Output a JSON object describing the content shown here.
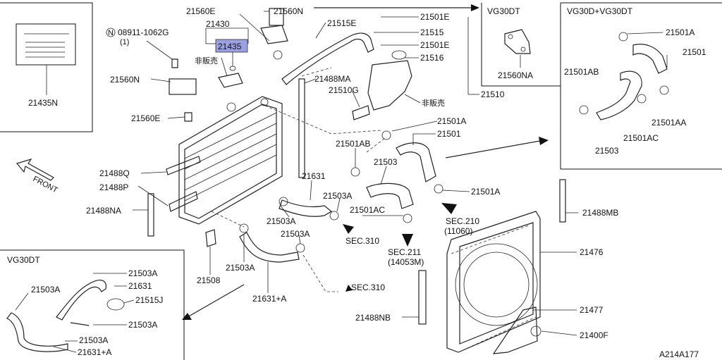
{
  "labels": {
    "p21435N": "21435N",
    "p08911": "08911-1062G",
    "p08911_qty": "(1)",
    "p21560N_a": "21560N",
    "p21560E_a": "21560E",
    "p21430": "21430",
    "p21435": "21435",
    "not_for_sale_1": "非販売",
    "p21560E_b": "21560E",
    "p21560N_b": "21560N",
    "p21515E": "21515E",
    "p21501E_1": "21501E",
    "p21515": "21515",
    "p21501E_2": "21501E",
    "p21516": "21516",
    "p21488MA": "21488MA",
    "p21510G": "21510G",
    "not_for_sale_2": "非販売",
    "p21510": "21510",
    "p21501A_main1": "21501A",
    "p21501_main": "21501",
    "p21501AB_main": "21501AB",
    "p21503_main": "21503",
    "p21501A_main2": "21501A",
    "p21631": "21631",
    "p21503A_1": "21503A",
    "p21503A_2": "21503A",
    "p21501AC_main": "21501AC",
    "p21503A_3": "21503A",
    "p21503A_4": "21503A",
    "p21488Q": "21488Q",
    "p21488P": "21488P",
    "p21488NA": "21488NA",
    "p21508": "21508",
    "p21631A": "21631+A",
    "p21488MB": "21488MB",
    "p21476": "21476",
    "p21477": "21477",
    "p21400F": "21400F",
    "p21488NB": "21488NB",
    "sec310_1": "SEC.310",
    "sec310_2": "SEC.310",
    "sec211": "SEC.211",
    "sec211_sub": "(14053M)",
    "sec210": "SEC.210",
    "sec210_sub": "(11060)",
    "front": "FRONT",
    "diagram_code": "A214A177"
  },
  "inset_vg30dt_top": {
    "title": "VG30DT",
    "label": "21560NA"
  },
  "inset_vg30d_vg30dt": {
    "title": "VG30D+VG30DT",
    "labels": [
      "21501A",
      "21501",
      "21501AB",
      "21501AA",
      "21501AC",
      "21503"
    ]
  },
  "inset_vg30dt_bottom": {
    "title": "VG30DT",
    "labels": [
      "21503A",
      "21503A",
      "21631",
      "21515J",
      "21503A",
      "21503A",
      "21631+A"
    ]
  },
  "highlight_color": "#9aa0e0"
}
